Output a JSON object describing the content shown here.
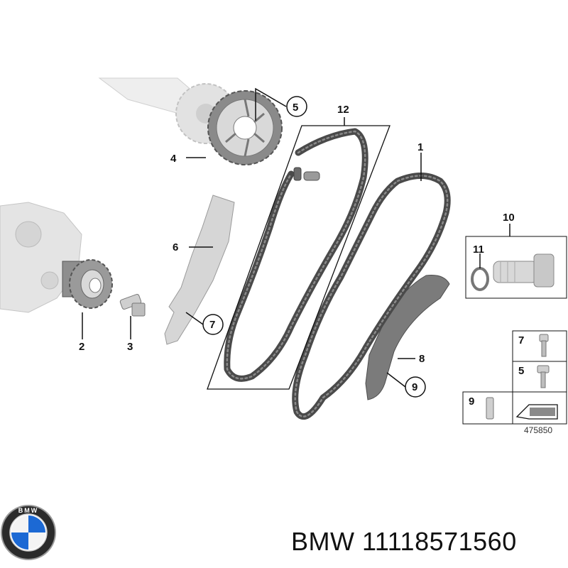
{
  "labels": {
    "l1": "1",
    "l2": "2",
    "l3": "3",
    "l4": "4",
    "l5": "5",
    "l6": "6",
    "l7": "7",
    "l8": "8",
    "l9": "9",
    "l10": "10",
    "l11": "11",
    "l12": "12"
  },
  "legend": {
    "r1": "7",
    "r2": "5",
    "r3": "9"
  },
  "reference_number": "475850",
  "footer": {
    "brand": "BMW",
    "part_number": "11118571560"
  },
  "logo": {
    "text": "BMW"
  },
  "colors": {
    "chain": "#4a4a4a",
    "part_grey": "#d6d6d6",
    "logo_blue": "#1c69d4"
  }
}
